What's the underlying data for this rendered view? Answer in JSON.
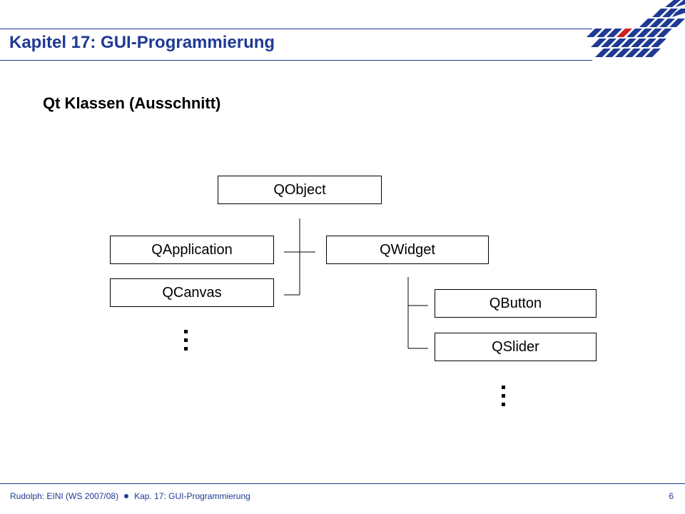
{
  "header": {
    "chapter_title": "Kapitel 17: GUI-Programmierung"
  },
  "slide": {
    "heading": "Qt Klassen (Ausschnitt)"
  },
  "diagram": {
    "nodes": {
      "qobject": "QObject",
      "qapplication": "QApplication",
      "qwidget": "QWidget",
      "qcanvas": "QCanvas",
      "qbutton": "QButton",
      "qslider": "QSlider"
    },
    "edges": [
      [
        "QObject",
        "QApplication"
      ],
      [
        "QObject",
        "QWidget"
      ],
      [
        "QObject",
        "QCanvas"
      ],
      [
        "QWidget",
        "QButton"
      ],
      [
        "QWidget",
        "QSlider"
      ]
    ]
  },
  "footer": {
    "left_part1": "Rudolph: EINI (WS 2007/08)",
    "left_part2": "Kap. 17: GUI-Programmierung",
    "page_number": "6"
  },
  "colors": {
    "accent": "#1f3a93",
    "logo_red": "#cc2222"
  }
}
